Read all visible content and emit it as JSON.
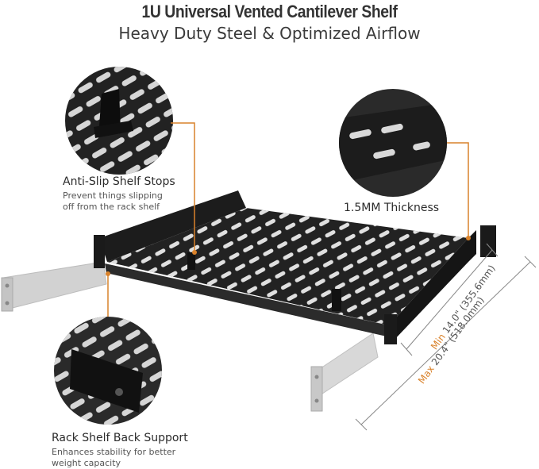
{
  "header": {
    "title": "1U Universal Vented Cantilever Shelf",
    "subtitle": "Heavy Duty Steel & Optimized Airflow"
  },
  "callouts": {
    "shelf_stops": {
      "title": "Anti-Slip Shelf Stops",
      "line1": "Prevent things slipping",
      "line2": "off from the rack shelf"
    },
    "thickness": {
      "title": "1.5MM Thickness"
    },
    "back_support": {
      "title": "Rack Shelf Back Support",
      "line1": "Enhances stability for better",
      "line2": "weight capacity"
    }
  },
  "dimensions": {
    "min_label": "Min",
    "min_value": "14.0\" (355.6mm)",
    "max_label": "Max",
    "max_value": "20.4\" (518.0mm)"
  },
  "colors": {
    "accent": "#d9822b",
    "steel": "#1e1e1e",
    "bracket": "#cfcfcf",
    "text": "#2b2b2b"
  }
}
